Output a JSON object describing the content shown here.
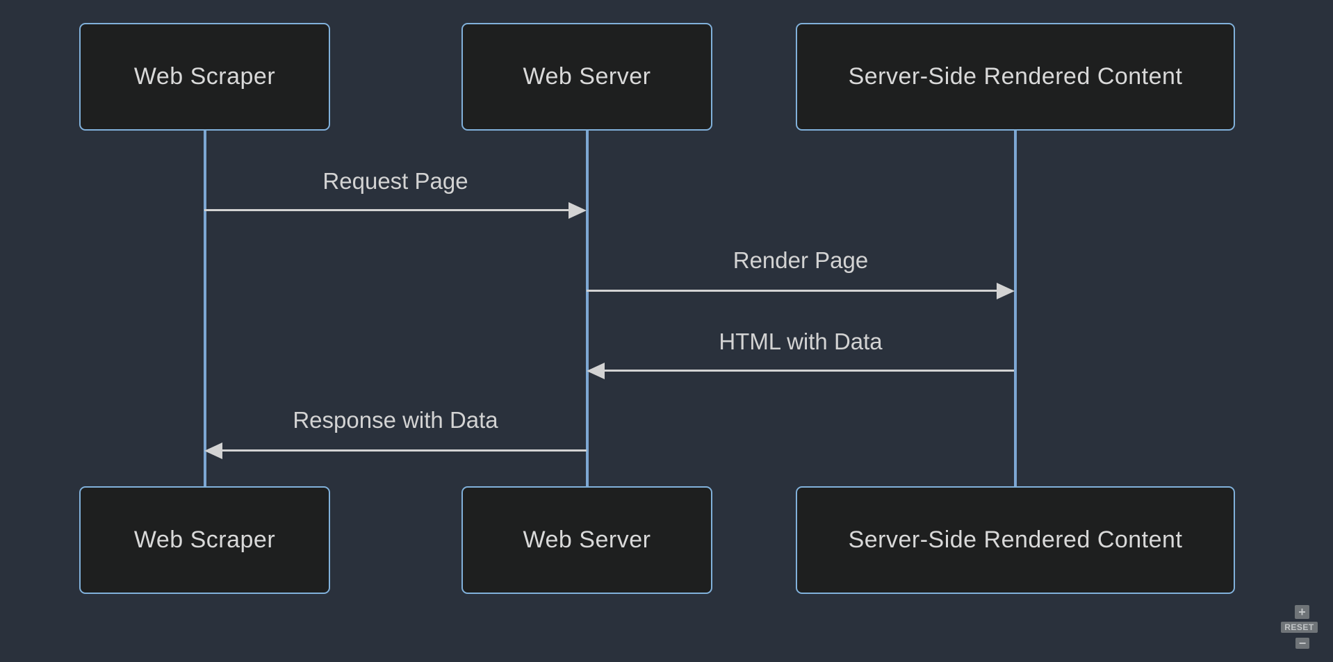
{
  "theme": {
    "background": "#2a313c",
    "actor_fill": "#1e1f1f",
    "actor_border": "#81b1db",
    "lifeline_color": "#7da7d3",
    "signal_color": "#d3d3d3",
    "text_color": "#d9d9d9"
  },
  "diagram": {
    "type": "sequence",
    "actors": [
      {
        "id": "scraper",
        "label": "Web Scraper"
      },
      {
        "id": "server",
        "label": "Web Server"
      },
      {
        "id": "ssr",
        "label": "Server-Side Rendered Content"
      }
    ],
    "messages": [
      {
        "label": "Request Page",
        "from": "Web Scraper",
        "to": "Web Server",
        "direction": "right"
      },
      {
        "label": "Render Page",
        "from": "Web Server",
        "to": "Server-Side Rendered Content",
        "direction": "right"
      },
      {
        "label": "HTML with Data",
        "from": "Server-Side Rendered Content",
        "to": "Web Server",
        "direction": "left"
      },
      {
        "label": "Response with Data",
        "from": "Web Server",
        "to": "Web Scraper",
        "direction": "left"
      }
    ]
  },
  "controls": {
    "zoom_in_label": "+",
    "reset_label": "RESET",
    "zoom_out_label": "−"
  }
}
